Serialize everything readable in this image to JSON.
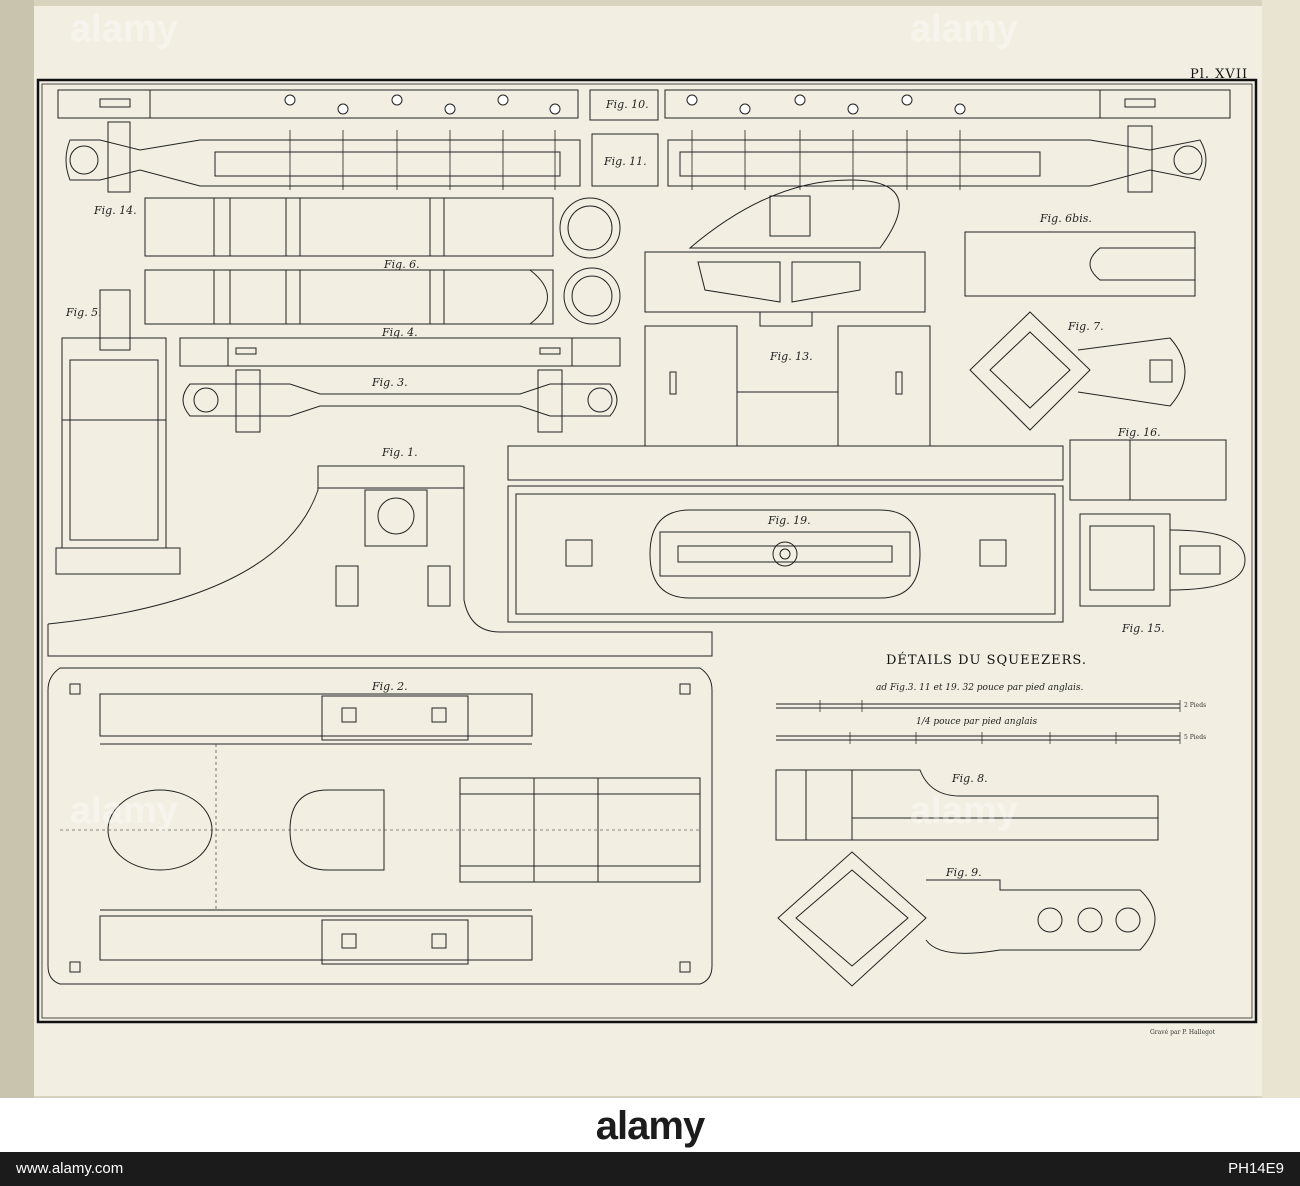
{
  "plate": {
    "number": "Pl. XVII",
    "title": "DÉTAILS DU SQUEEZERS.",
    "scale_note_1": "ad Fig.3. 11 et 19. 32 pouce par pied anglais.",
    "scale_note_2": "1/4 pouce par pied anglais",
    "scale_end_1": "2 Pieds",
    "scale_end_2": "5 Pieds",
    "engraver": "Gravé par P. Hallegot",
    "figures": {
      "f1": "Fig. 1.",
      "f2": "Fig. 2.",
      "f3": "Fig. 3.",
      "f4": "Fig. 4.",
      "f5": "Fig. 5.",
      "f6": "Fig. 6.",
      "f6b": "Fig. 6bis.",
      "f7": "Fig. 7.",
      "f8": "Fig. 8.",
      "f9": "Fig. 9.",
      "f10": "Fig. 10.",
      "f11": "Fig. 11.",
      "f13": "Fig. 13.",
      "f14": "Fig. 14.",
      "f15": "Fig. 15.",
      "f16": "Fig. 16.",
      "f19": "Fig. 19."
    }
  },
  "watermark": {
    "brand": "alamy",
    "image_id": "PH14E9",
    "site": "www.alamy.com"
  }
}
